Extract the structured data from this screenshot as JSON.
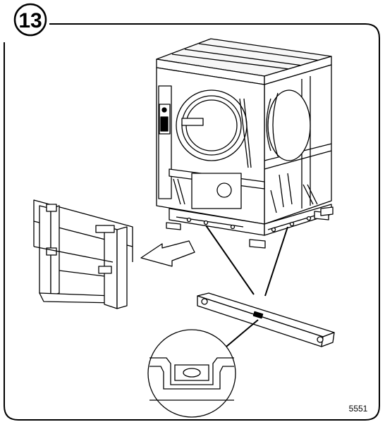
{
  "step": {
    "number": "13"
  },
  "figure": {
    "id": "5551"
  },
  "illustration": {
    "main": "washer-extractor-on-shipping-skid",
    "removed_part": "shipping-bracket-assembly",
    "detail_part": "shipping-bracket-rail",
    "zoom": "bracket-slot-detail"
  }
}
